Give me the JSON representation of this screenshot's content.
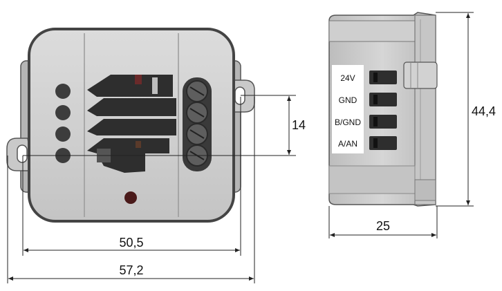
{
  "dimensions": {
    "inner_width": "50,5",
    "outer_width": "57,2",
    "mount_height": "14",
    "depth": "25",
    "height": "44,4"
  },
  "terminals": [
    "24V",
    "GND",
    "B/GND",
    "A/AN"
  ]
}
